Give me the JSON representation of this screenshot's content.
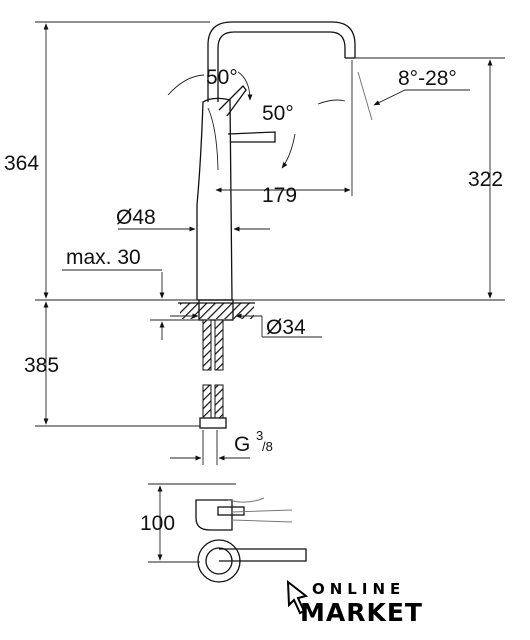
{
  "dimensions": {
    "total_height": "364",
    "spout_height": "322",
    "below_deck": "385",
    "spout_reach": "179",
    "body_diameter": "Ø48",
    "hole_diameter": "Ø34",
    "max_deck": "max. 30",
    "thread_main": "G",
    "thread_num": "3",
    "thread_den": "/8",
    "lever_depth": "100",
    "swivel_angle": "8°-28°",
    "lever_angle_1": "50°",
    "lever_angle_2": "50°"
  },
  "logo": {
    "line1": "ONLINE",
    "line2": "MARKET"
  }
}
